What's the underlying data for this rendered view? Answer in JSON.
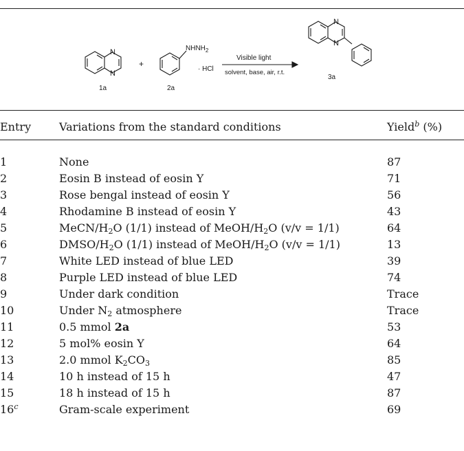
{
  "scheme": {
    "reactant1_label": "1a",
    "reactant2_label": "2a",
    "product_label": "3a",
    "plus": "+",
    "hydrazine_group": "NHNH",
    "hydrazine_sub": "2",
    "hcl": "· HCl",
    "atom_n": "N",
    "arrow_top": "Visible light",
    "arrow_bottom": "solvent, base, air, r.t."
  },
  "header": {
    "entry": "Entry",
    "variations": "Variations from the standard conditions",
    "yield": "Yield",
    "yield_sup": "b",
    "yield_unit": " (%)"
  },
  "rows": [
    {
      "entry": "1",
      "parts": [
        {
          "t": "None"
        }
      ],
      "yield": "87"
    },
    {
      "entry": "2",
      "parts": [
        {
          "t": "Eosin B instead of eosin Y"
        }
      ],
      "yield": "71"
    },
    {
      "entry": "3",
      "parts": [
        {
          "t": "Rose bengal instead of eosin Y"
        }
      ],
      "yield": "56"
    },
    {
      "entry": "4",
      "parts": [
        {
          "t": "Rhodamine B instead of eosin Y"
        }
      ],
      "yield": "43"
    },
    {
      "entry": "5",
      "parts": [
        {
          "t": "MeCN/H"
        },
        {
          "sub": "2"
        },
        {
          "t": "O (1/1) instead of MeOH/H"
        },
        {
          "sub": "2"
        },
        {
          "t": "O (v/v = 1/1)"
        }
      ],
      "yield": "64"
    },
    {
      "entry": "6",
      "parts": [
        {
          "t": "DMSO/H"
        },
        {
          "sub": "2"
        },
        {
          "t": "O (1/1) instead of MeOH/H"
        },
        {
          "sub": "2"
        },
        {
          "t": "O (v/v = 1/1)"
        }
      ],
      "yield": "13"
    },
    {
      "entry": "7",
      "parts": [
        {
          "t": "White LED instead of blue LED"
        }
      ],
      "yield": "39"
    },
    {
      "entry": "8",
      "parts": [
        {
          "t": "Purple LED instead of blue LED"
        }
      ],
      "yield": "74"
    },
    {
      "entry": "9",
      "parts": [
        {
          "t": "Under dark condition"
        }
      ],
      "yield": "Trace"
    },
    {
      "entry": "10",
      "parts": [
        {
          "t": "Under N"
        },
        {
          "sub": "2"
        },
        {
          "t": " atmosphere"
        }
      ],
      "yield": "Trace"
    },
    {
      "entry": "11",
      "parts": [
        {
          "t": "0.5 mmol "
        },
        {
          "b": "2a"
        }
      ],
      "yield": "53"
    },
    {
      "entry": "12",
      "parts": [
        {
          "t": "5 mol% eosin Y"
        }
      ],
      "yield": "64"
    },
    {
      "entry": "13",
      "parts": [
        {
          "t": "2.0 mmol K"
        },
        {
          "sub": "2"
        },
        {
          "t": "CO"
        },
        {
          "sub": "3"
        }
      ],
      "yield": "85"
    },
    {
      "entry": "14",
      "parts": [
        {
          "t": "10 h instead of 15 h"
        }
      ],
      "yield": "47"
    },
    {
      "entry": "15",
      "parts": [
        {
          "t": "18 h instead of 15 h"
        }
      ],
      "yield": "87"
    },
    {
      "entry": "16",
      "entry_sup": "c",
      "parts": [
        {
          "t": "Gram-scale experiment"
        }
      ],
      "yield": "69"
    }
  ]
}
